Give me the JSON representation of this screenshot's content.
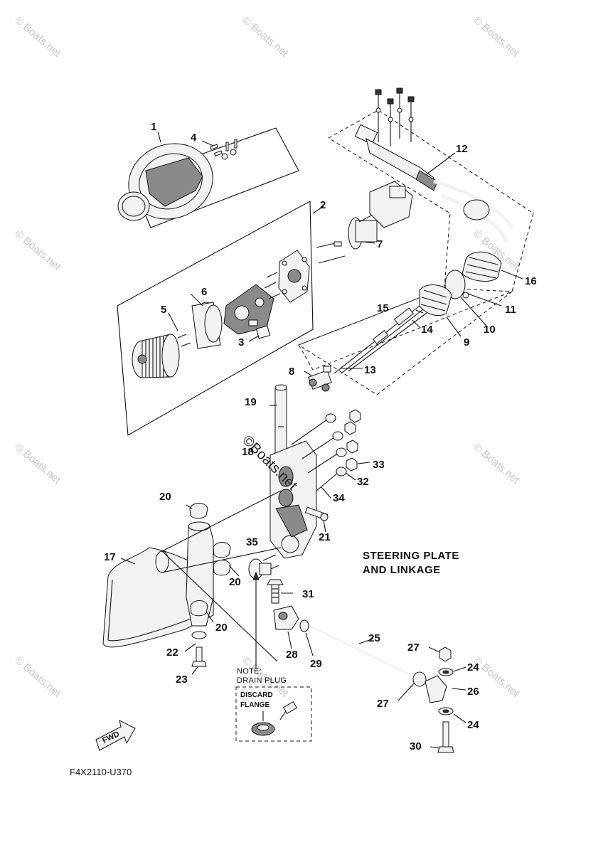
{
  "title": "STEERING PLATE\nAND LINKAGE",
  "title_line1": "STEERING PLATE",
  "title_line2": "AND LINKAGE",
  "diagram_code": "F4X2110-U370",
  "note": {
    "label": "NOTE:",
    "text": "DRAIN PLUG",
    "discard": "DISCARD",
    "flange": "FLANGE"
  },
  "fwd_label": "FWD",
  "watermark": "© Boats.net",
  "center_watermark": "©Boats.net",
  "part_labels": {
    "p1": "1",
    "p2": "2",
    "p3": "3",
    "p4": "4",
    "p5": "5",
    "p6": "6",
    "p7": "7",
    "p8": "8",
    "p9": "9",
    "p10": "10",
    "p11": "11",
    "p12": "12",
    "p13": "13",
    "p14": "14",
    "p15": "15",
    "p16": "16",
    "p17": "17",
    "p18": "18",
    "p19": "19",
    "p20a": "20",
    "p20b": "20",
    "p20c": "20",
    "p21": "21",
    "p22": "22",
    "p23": "23",
    "p24a": "24",
    "p24b": "24",
    "p25": "25",
    "p26": "26",
    "p27a": "27",
    "p27b": "27",
    "p28": "28",
    "p29": "29",
    "p30": "30",
    "p31": "31",
    "p32": "32",
    "p33": "33",
    "p34": "34",
    "p35": "35"
  }
}
